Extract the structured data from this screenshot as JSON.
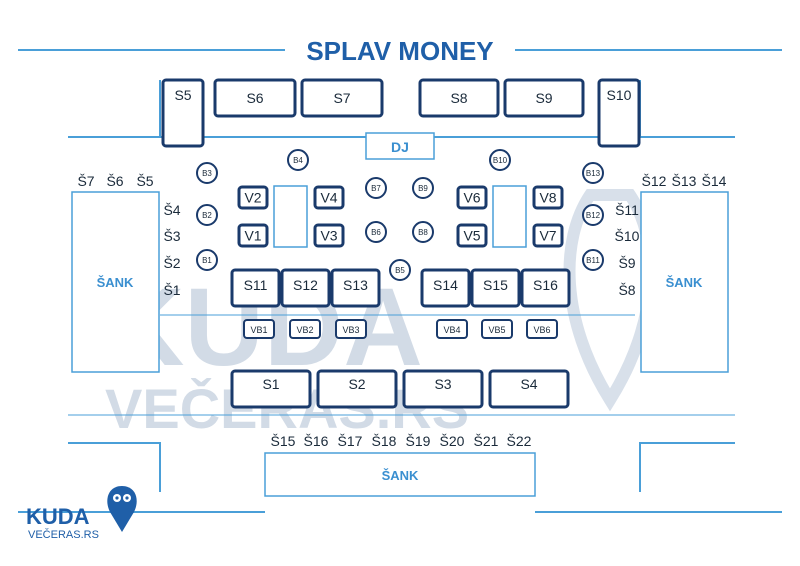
{
  "title": "SPLAV MONEY",
  "dj": "DJ",
  "bar_label": "ŠANK",
  "watermark": {
    "kuda": "KUDA",
    "vecerasrs": "VEČERAS.RS"
  },
  "logo": {
    "kuda": "KUDA",
    "sub": "VEČERAS.RS"
  },
  "colors": {
    "dark_table": "#1a3a6b",
    "accent": "#4a9fd8",
    "title": "#1f5fa8"
  },
  "tables_top": [
    "S5",
    "S6",
    "S7",
    "S8",
    "S9",
    "S10"
  ],
  "tables_v": [
    "V1",
    "V2",
    "V3",
    "V4",
    "V5",
    "V6",
    "V7",
    "V8"
  ],
  "tables_b": [
    "B1",
    "B2",
    "B3",
    "B4",
    "B5",
    "B6",
    "B7",
    "B8",
    "B9",
    "B10",
    "B11",
    "B12",
    "B13"
  ],
  "tables_mid": [
    "S11",
    "S12",
    "S13",
    "S14",
    "S15",
    "S16"
  ],
  "tables_vb": [
    "VB1",
    "VB2",
    "VB3",
    "VB4",
    "VB5",
    "VB6"
  ],
  "tables_bottom": [
    "S1",
    "S2",
    "S3",
    "S4"
  ],
  "bar_left_top": [
    "Š7",
    "Š6",
    "Š5"
  ],
  "bar_left_side": [
    "Š4",
    "Š3",
    "Š2",
    "Š1"
  ],
  "bar_right_top": [
    "Š12",
    "Š13",
    "Š14"
  ],
  "bar_right_side": [
    "Š11",
    "Š10",
    "Š9",
    "Š8"
  ],
  "bar_bottom_top": [
    "Š15",
    "Š16",
    "Š17",
    "Š18",
    "Š19",
    "Š20",
    "Š21",
    "Š22"
  ]
}
